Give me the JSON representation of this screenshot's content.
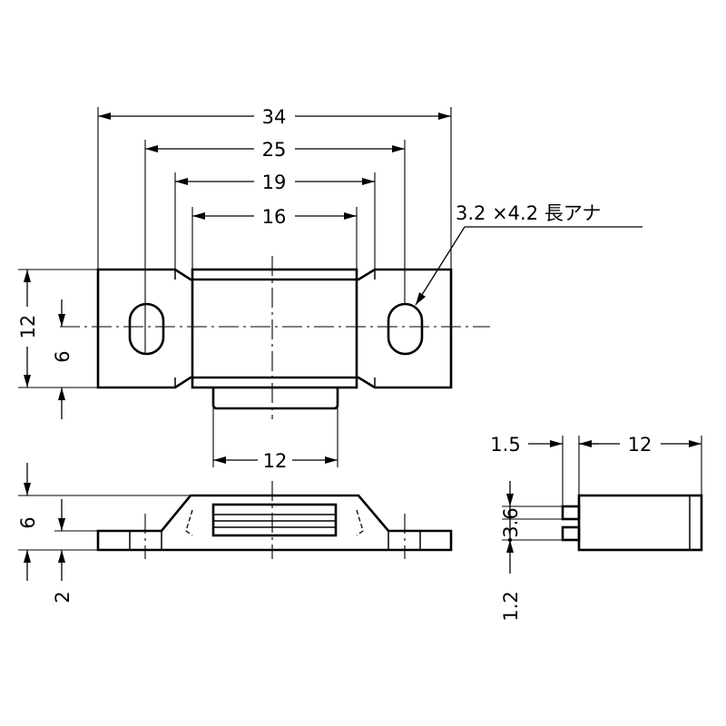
{
  "title": "",
  "top_view": {
    "dim_overall_width": "34",
    "dim_hole_pitch": "25",
    "dim_shoulder_width": "19",
    "dim_body_width": "16",
    "dim_tongue_width": "12",
    "dim_height": "12",
    "dim_hole_center_height": "6",
    "hole_callout": "3.2 ×4.2 長アナ"
  },
  "front_view": {
    "dim_total_height": "6",
    "dim_base_thickness": "2"
  },
  "side_view": {
    "dim_tab_offset": "1.5",
    "dim_depth": "12",
    "dim_tab_spacing": "3.6",
    "dim_tab_height": "1.2"
  }
}
